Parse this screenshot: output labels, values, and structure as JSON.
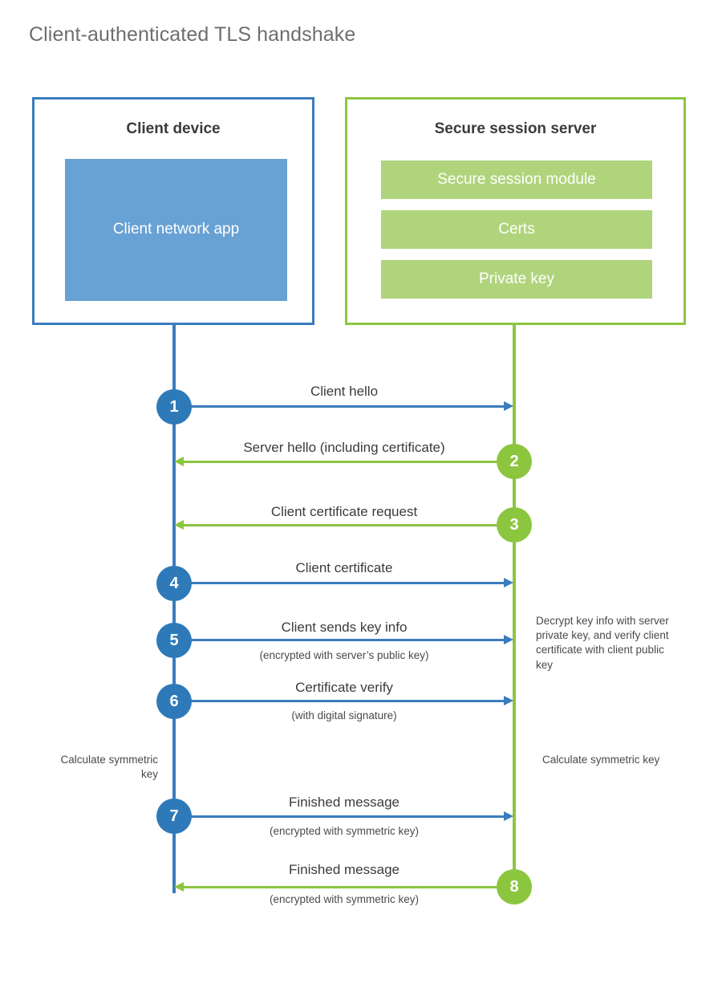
{
  "title": "Client-authenticated TLS handshake",
  "colors": {
    "client_accent": "#3a7cbe",
    "client_circle": "#2e7ab9",
    "client_app_fill": "#68a1d4",
    "server_accent": "#8cc63f",
    "server_block_fill": "#b0d47c",
    "title_text": "#6e6e6e",
    "body_text": "#3b3b3b",
    "background": "#ffffff"
  },
  "actors": {
    "client": {
      "title": "Client device",
      "blocks": [
        {
          "label": "Client network app"
        }
      ]
    },
    "server": {
      "title": "Secure session server",
      "blocks": [
        {
          "label": "Secure session module"
        },
        {
          "label": "Certs"
        },
        {
          "label": "Private key"
        }
      ]
    }
  },
  "steps": [
    {
      "number": "1",
      "label": "Client hello",
      "sub": "",
      "direction": "client-to-server",
      "origin": "client"
    },
    {
      "number": "2",
      "label": "Server hello (including certificate)",
      "sub": "",
      "direction": "server-to-client",
      "origin": "server"
    },
    {
      "number": "3",
      "label": "Client certificate request",
      "sub": "",
      "direction": "server-to-client",
      "origin": "server"
    },
    {
      "number": "4",
      "label": "Client certificate",
      "sub": "",
      "direction": "client-to-server",
      "origin": "client"
    },
    {
      "number": "5",
      "label": "Client sends key info",
      "sub": "(encrypted with server’s public key)",
      "direction": "client-to-server",
      "origin": "client"
    },
    {
      "number": "6",
      "label": "Certificate verify",
      "sub": "(with digital signature)",
      "direction": "client-to-server",
      "origin": "client"
    },
    {
      "number": "7",
      "label": "Finished message",
      "sub": "(encrypted with symmetric key)",
      "direction": "client-to-server",
      "origin": "client"
    },
    {
      "number": "8",
      "label": "Finished message",
      "sub": "(encrypted with symmetric key)",
      "direction": "server-to-client",
      "origin": "server"
    }
  ],
  "notes": {
    "server_decrypt": "Decrypt key info with server private key, and verify client certificate with client public key",
    "client_calculate": "Calculate symmetric key",
    "server_calculate": "Calculate symmetric key"
  },
  "chart_data": {
    "type": "table",
    "title": "Client-authenticated TLS handshake",
    "participants": [
      "Client device",
      "Secure session server"
    ],
    "messages": [
      {
        "step": 1,
        "from": "Client device",
        "to": "Secure session server",
        "text": "Client hello"
      },
      {
        "step": 2,
        "from": "Secure session server",
        "to": "Client device",
        "text": "Server hello (including certificate)"
      },
      {
        "step": 3,
        "from": "Secure session server",
        "to": "Client device",
        "text": "Client certificate request"
      },
      {
        "step": 4,
        "from": "Client device",
        "to": "Secure session server",
        "text": "Client certificate"
      },
      {
        "step": 5,
        "from": "Client device",
        "to": "Secure session server",
        "text": "Client sends key info (encrypted with server’s public key)"
      },
      {
        "step": 6,
        "from": "Client device",
        "to": "Secure session server",
        "text": "Certificate verify (with digital signature)"
      },
      {
        "step": 7,
        "from": "Client device",
        "to": "Secure session server",
        "text": "Finished message (encrypted with symmetric key)"
      },
      {
        "step": 8,
        "from": "Secure session server",
        "to": "Client device",
        "text": "Finished message (encrypted with symmetric key)"
      }
    ]
  }
}
